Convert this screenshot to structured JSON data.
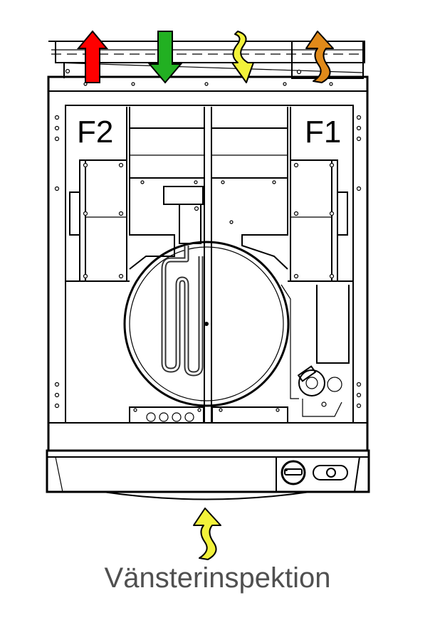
{
  "diagram": {
    "fan_left_label": "F2",
    "fan_right_label": "F1",
    "caption": "Vänsterinspektion"
  },
  "colors": {
    "exhaust_arrow": "#ff0000",
    "supply_arrow": "#22b022",
    "outdoor_arrow": "#f2f23a",
    "extract_arrow": "#e08a1a",
    "inspection_arrow": "#f2f23a",
    "caption_text": "#505050"
  },
  "icons": [
    "arrow-up-icon",
    "arrow-down-icon",
    "wavy-arrow-icon"
  ]
}
